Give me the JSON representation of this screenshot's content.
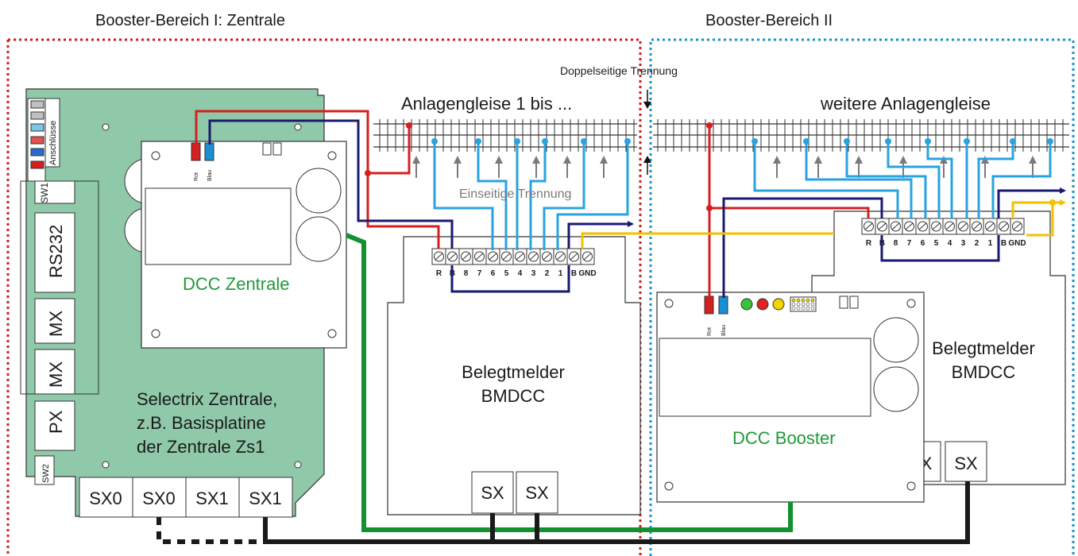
{
  "regions": {
    "zone1_title": "Booster-Bereich I: Zentrale",
    "zone2_title": "Booster-Bereich II",
    "zone1_color": "#cc1f1f",
    "zone2_color": "#1a8fd1"
  },
  "labels": {
    "double_separation": "Doppelseitige Trennung",
    "single_separation": "Einseitige Trennung",
    "tracks_left": "Anlagengleise 1 bis ...",
    "tracks_right": "weitere Anlagengleise"
  },
  "selectrix_central": {
    "name_line1": "Selectrix Zentrale,",
    "name_line2": "z.B. Basisplatine",
    "name_line3": "der Zentrale Zs1",
    "connectors_label": "Anschlüsse",
    "sw1": "SW1",
    "sw2": "SW2",
    "rs232": "RS232",
    "mx1": "MX",
    "mx2": "MX",
    "px": "PX",
    "ports": [
      "SX0",
      "SX0",
      "SX1",
      "SX1"
    ]
  },
  "dcc_central": {
    "name": "DCC Zentrale",
    "rot": "Rot",
    "blau": "Blau"
  },
  "dcc_booster": {
    "name": "DCC Booster",
    "rot": "Rot",
    "blau": "Blau"
  },
  "detector1": {
    "line1": "Belegtmelder",
    "line2": "BMDCC",
    "terminals": [
      "R",
      "B",
      "8",
      "7",
      "6",
      "5",
      "4",
      "3",
      "2",
      "1",
      "B",
      "GND"
    ],
    "sx1": "SX",
    "sx2": "SX"
  },
  "detector2": {
    "line1": "Belegtmelder",
    "line2": "BMDCC",
    "terminals": [
      "R",
      "B",
      "8",
      "7",
      "6",
      "5",
      "4",
      "3",
      "2",
      "1",
      "B",
      "GND"
    ],
    "sx_partial": "X",
    "sx": "SX"
  },
  "colors": {
    "red_wire": "#d42020",
    "blue_wire": "#1a1a70",
    "track_wire": "#29a3e0",
    "green_wire": "#11922e",
    "yellow_wire": "#f2c200",
    "bus_wire": "#1a1a1a",
    "central_pcb": "#8fc9a9"
  }
}
